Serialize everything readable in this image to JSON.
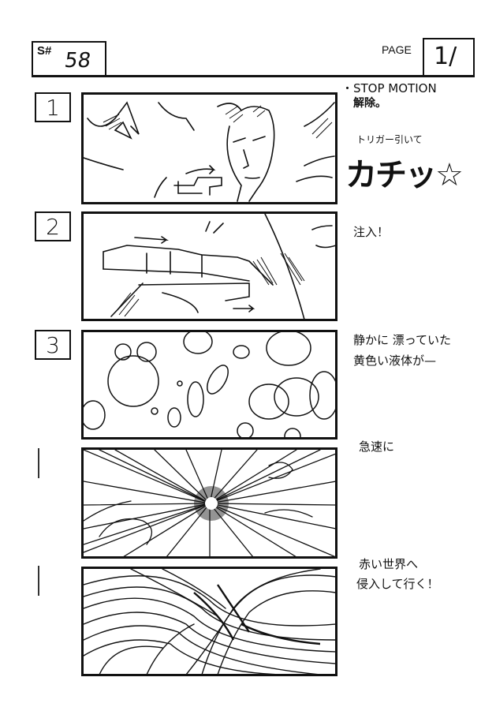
{
  "header": {
    "scene_label": "S#",
    "scene_number": "58",
    "page_label": "PAGE",
    "page_number": "1/"
  },
  "cuts": [
    {
      "number": "1",
      "notes": [
        "・STOP MOTION",
        "解除。",
        "トリガー引いて",
        "カチッ☆"
      ]
    },
    {
      "number": "2",
      "notes": [
        "注入！"
      ]
    },
    {
      "number": "3",
      "notes": [
        "静かに 漂っていた",
        "黄色い液体が—"
      ]
    },
    {
      "number": "",
      "notes": [
        "急速に"
      ]
    },
    {
      "number": "",
      "notes": [
        "赤い世界へ",
        "侵入して行く！"
      ]
    }
  ],
  "panels": [
    {
      "description": "Man in suit holding syringe gun, close-up, hair and motion lines"
    },
    {
      "description": "Close-up of hand pressing trigger on injector device"
    },
    {
      "description": "Floating bubbles of liquid"
    },
    {
      "description": "Radial speed-line burst"
    },
    {
      "description": "Swirling vortex of lines"
    }
  ]
}
